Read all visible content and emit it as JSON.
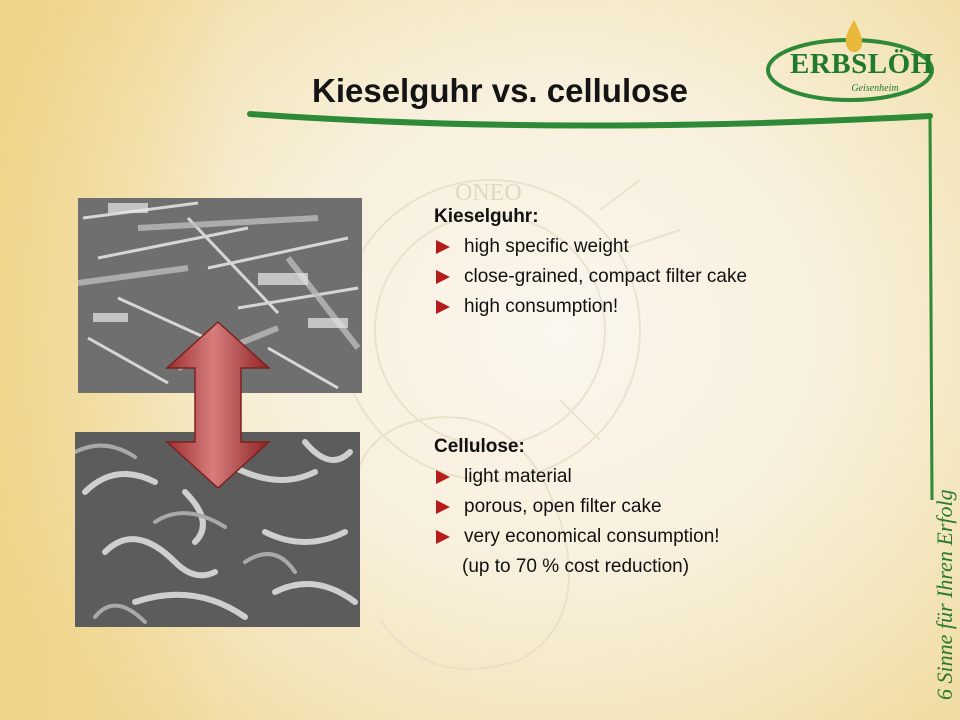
{
  "slide": {
    "title": "Kieselguhr vs. cellulose",
    "logo": {
      "name": "ERBSLÖH",
      "location": "Geisenheim"
    },
    "slogan": "6 Sinne für Ihren Erfolg",
    "watermark_text": "ONEO",
    "photos": [
      {
        "subject": "kieselguhr-microscopy"
      },
      {
        "subject": "cellulose-fibre-microscopy"
      }
    ],
    "blocks": [
      {
        "heading": "Kieselguhr:",
        "items": [
          "high specific weight",
          "close-grained, compact filter cake",
          "high consumption!"
        ]
      },
      {
        "heading": "Cellulose:",
        "items": [
          "light material",
          "porous, open filter cake",
          "very economical consumption!"
        ],
        "note": "(up to 70 % cost reduction)"
      }
    ],
    "colors": {
      "title": "#141414",
      "brand_green": "#1f7a2c",
      "bullet": "#b51c1c",
      "arrow": "#b84a4a"
    }
  }
}
